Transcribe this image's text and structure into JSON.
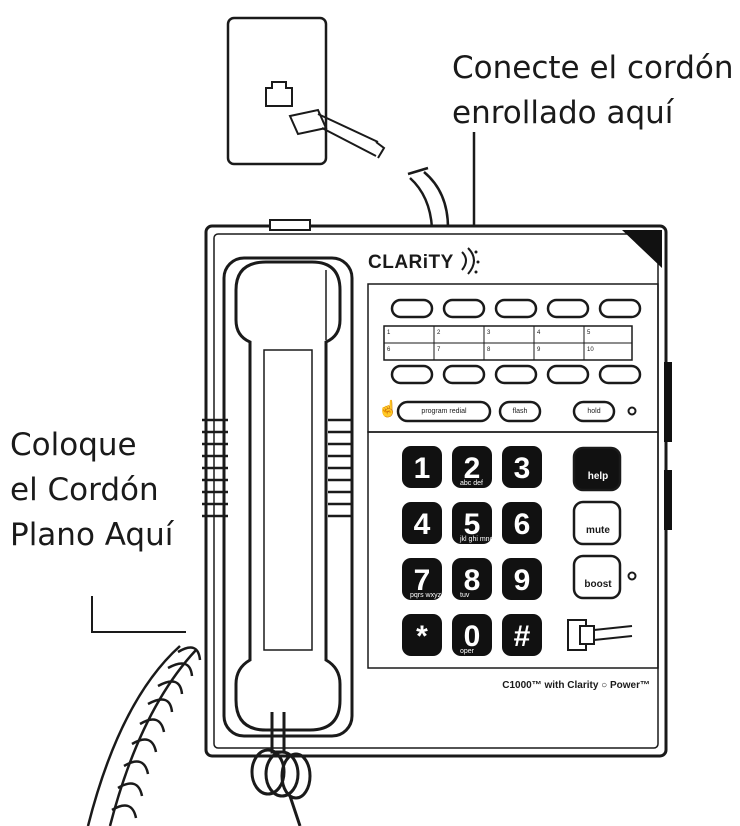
{
  "callouts": {
    "coiled_cord": [
      "Conecte el cordón",
      "enrollado aquí"
    ],
    "flat_cord": [
      "Coloque",
      "el Cordón",
      "Plano Aquí"
    ]
  },
  "phone": {
    "brand": "CLARiTY",
    "model": "C1000™ with Clarity ○ Power™",
    "speed_dial_numbers": [
      "1",
      "2",
      "3",
      "4",
      "5",
      "6",
      "7",
      "8",
      "9",
      "10"
    ],
    "function_buttons": [
      "program redial",
      "flash",
      "hold"
    ],
    "keypad": [
      {
        "digit": "1",
        "letters": ""
      },
      {
        "digit": "2",
        "letters": "abc def"
      },
      {
        "digit": "3",
        "letters": ""
      },
      {
        "digit": "4",
        "letters": ""
      },
      {
        "digit": "5",
        "letters": "jkl ghi mno"
      },
      {
        "digit": "6",
        "letters": ""
      },
      {
        "digit": "7",
        "letters": "pqrs wxyz"
      },
      {
        "digit": "8",
        "letters": "tuv"
      },
      {
        "digit": "9",
        "letters": ""
      },
      {
        "digit": "*",
        "letters": ""
      },
      {
        "digit": "0",
        "letters": "oper"
      },
      {
        "digit": "#",
        "letters": ""
      }
    ],
    "side_buttons": [
      "help",
      "mute",
      "boost"
    ]
  },
  "colors": {
    "ink": "#1a1a1a",
    "key_fill": "#111111",
    "paper": "#ffffff"
  }
}
